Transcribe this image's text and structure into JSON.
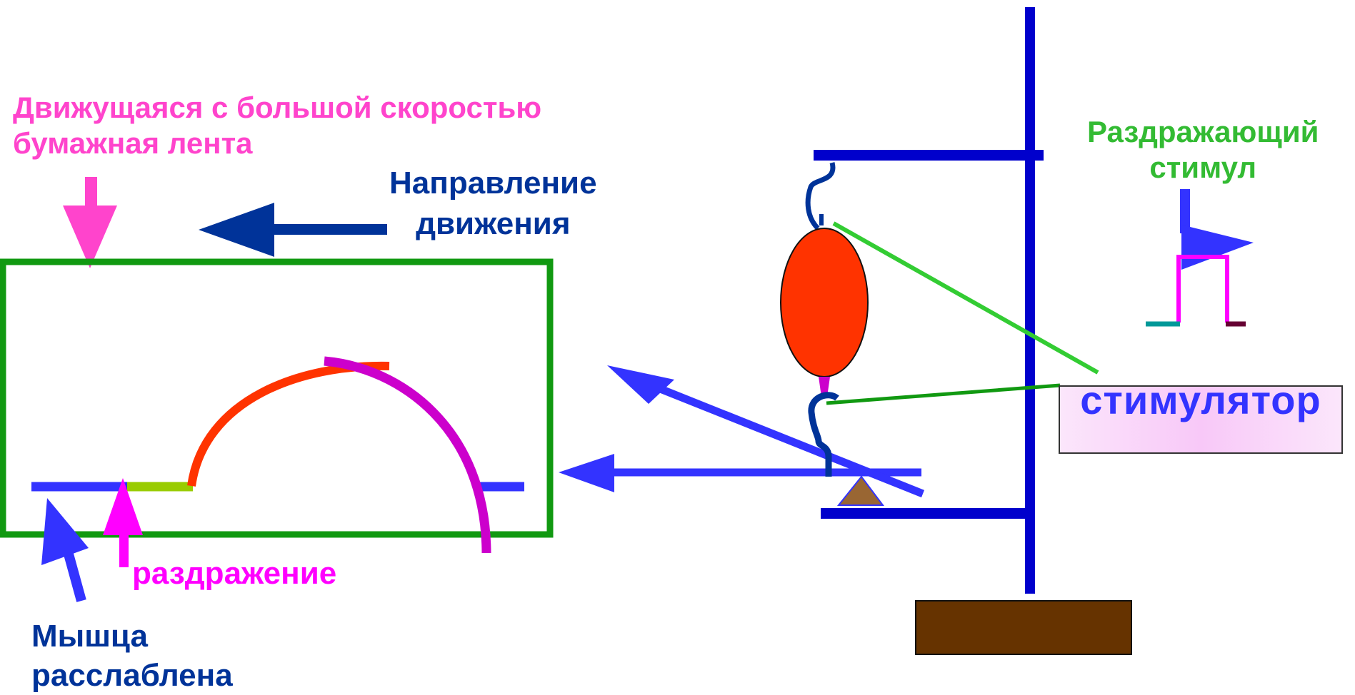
{
  "labels": {
    "paper_line1": "Движущаяся  с большой скоростью",
    "paper_line2": "бумажная лента",
    "direction_line1": "Направление",
    "direction_line2": "движения",
    "stimulus_line1": "Раздражающий",
    "stimulus_line2": "стимул",
    "stimulator": "стимулятор",
    "irritation": "раздражение",
    "muscle_line1": "Мышца",
    "muscle_line2": "расслаблена"
  },
  "colors": {
    "paper_label": "#ff44cc",
    "direction_label": "#003399",
    "stimulus_label": "#33bb33",
    "stimulator_text": "#3333ff",
    "irritation_label": "#ff00ff",
    "muscle_label": "#003399",
    "frame": "#119911",
    "stand": "#0000cc",
    "muscle": "#ff3300",
    "base": "#663300",
    "arrow_blue": "#3333ff",
    "arrow_pink": "#ff44cc",
    "curve_contraction": "#ff3300",
    "curve_relaxation": "#cc00cc",
    "latent_period": "#99cc00"
  }
}
